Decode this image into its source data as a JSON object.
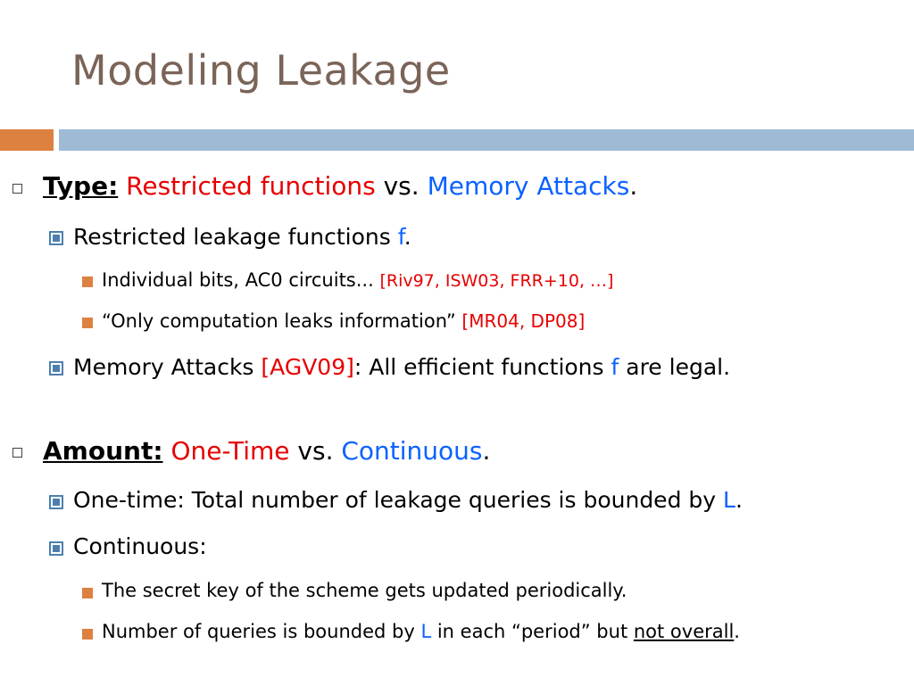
{
  "slide": {
    "title": "Modeling Leakage",
    "type": {
      "label": "Type:",
      "restricted": "Restricted functions",
      "vs": " vs. ",
      "memory": "Memory Attacks",
      "end": ".",
      "sub1": {
        "text": "Restricted leakage functions ",
        "f": "f",
        "end": ".",
        "items": [
          {
            "text": "Individual bits, AC0 circuits... ",
            "cite": "[Riv97, ISW03, FRR+10, …]"
          },
          {
            "text": "“Only computation leaks information”  ",
            "cite": "[MR04, DP08]"
          }
        ]
      },
      "sub2": {
        "prefix": "Memory Attacks ",
        "cite": "[AGV09]",
        "middle": ": All efficient functions ",
        "f": "f",
        "end": " are legal."
      }
    },
    "amount": {
      "label": "Amount:",
      "onetime": "One-Time",
      "vs": " vs. ",
      "continuous": "Continuous",
      "end": ".",
      "sub1": {
        "text": "One-time: Total number of leakage queries is bounded by ",
        "L": "L",
        "end": "."
      },
      "sub2": {
        "text": "Continuous:",
        "items": [
          {
            "text": "The secret key of the scheme gets updated periodically."
          },
          {
            "pre": "Number of queries is bounded by ",
            "L": "L",
            "mid": " in each “period” but ",
            "underlined": "not overall",
            "end": "."
          }
        ]
      }
    },
    "colors": {
      "title": "#7a6458",
      "accent_orange": "#dd8140",
      "accent_blue_bar": "#9ebad5",
      "highlight_red": "#e60000",
      "highlight_blue": "#0b62ff"
    }
  }
}
